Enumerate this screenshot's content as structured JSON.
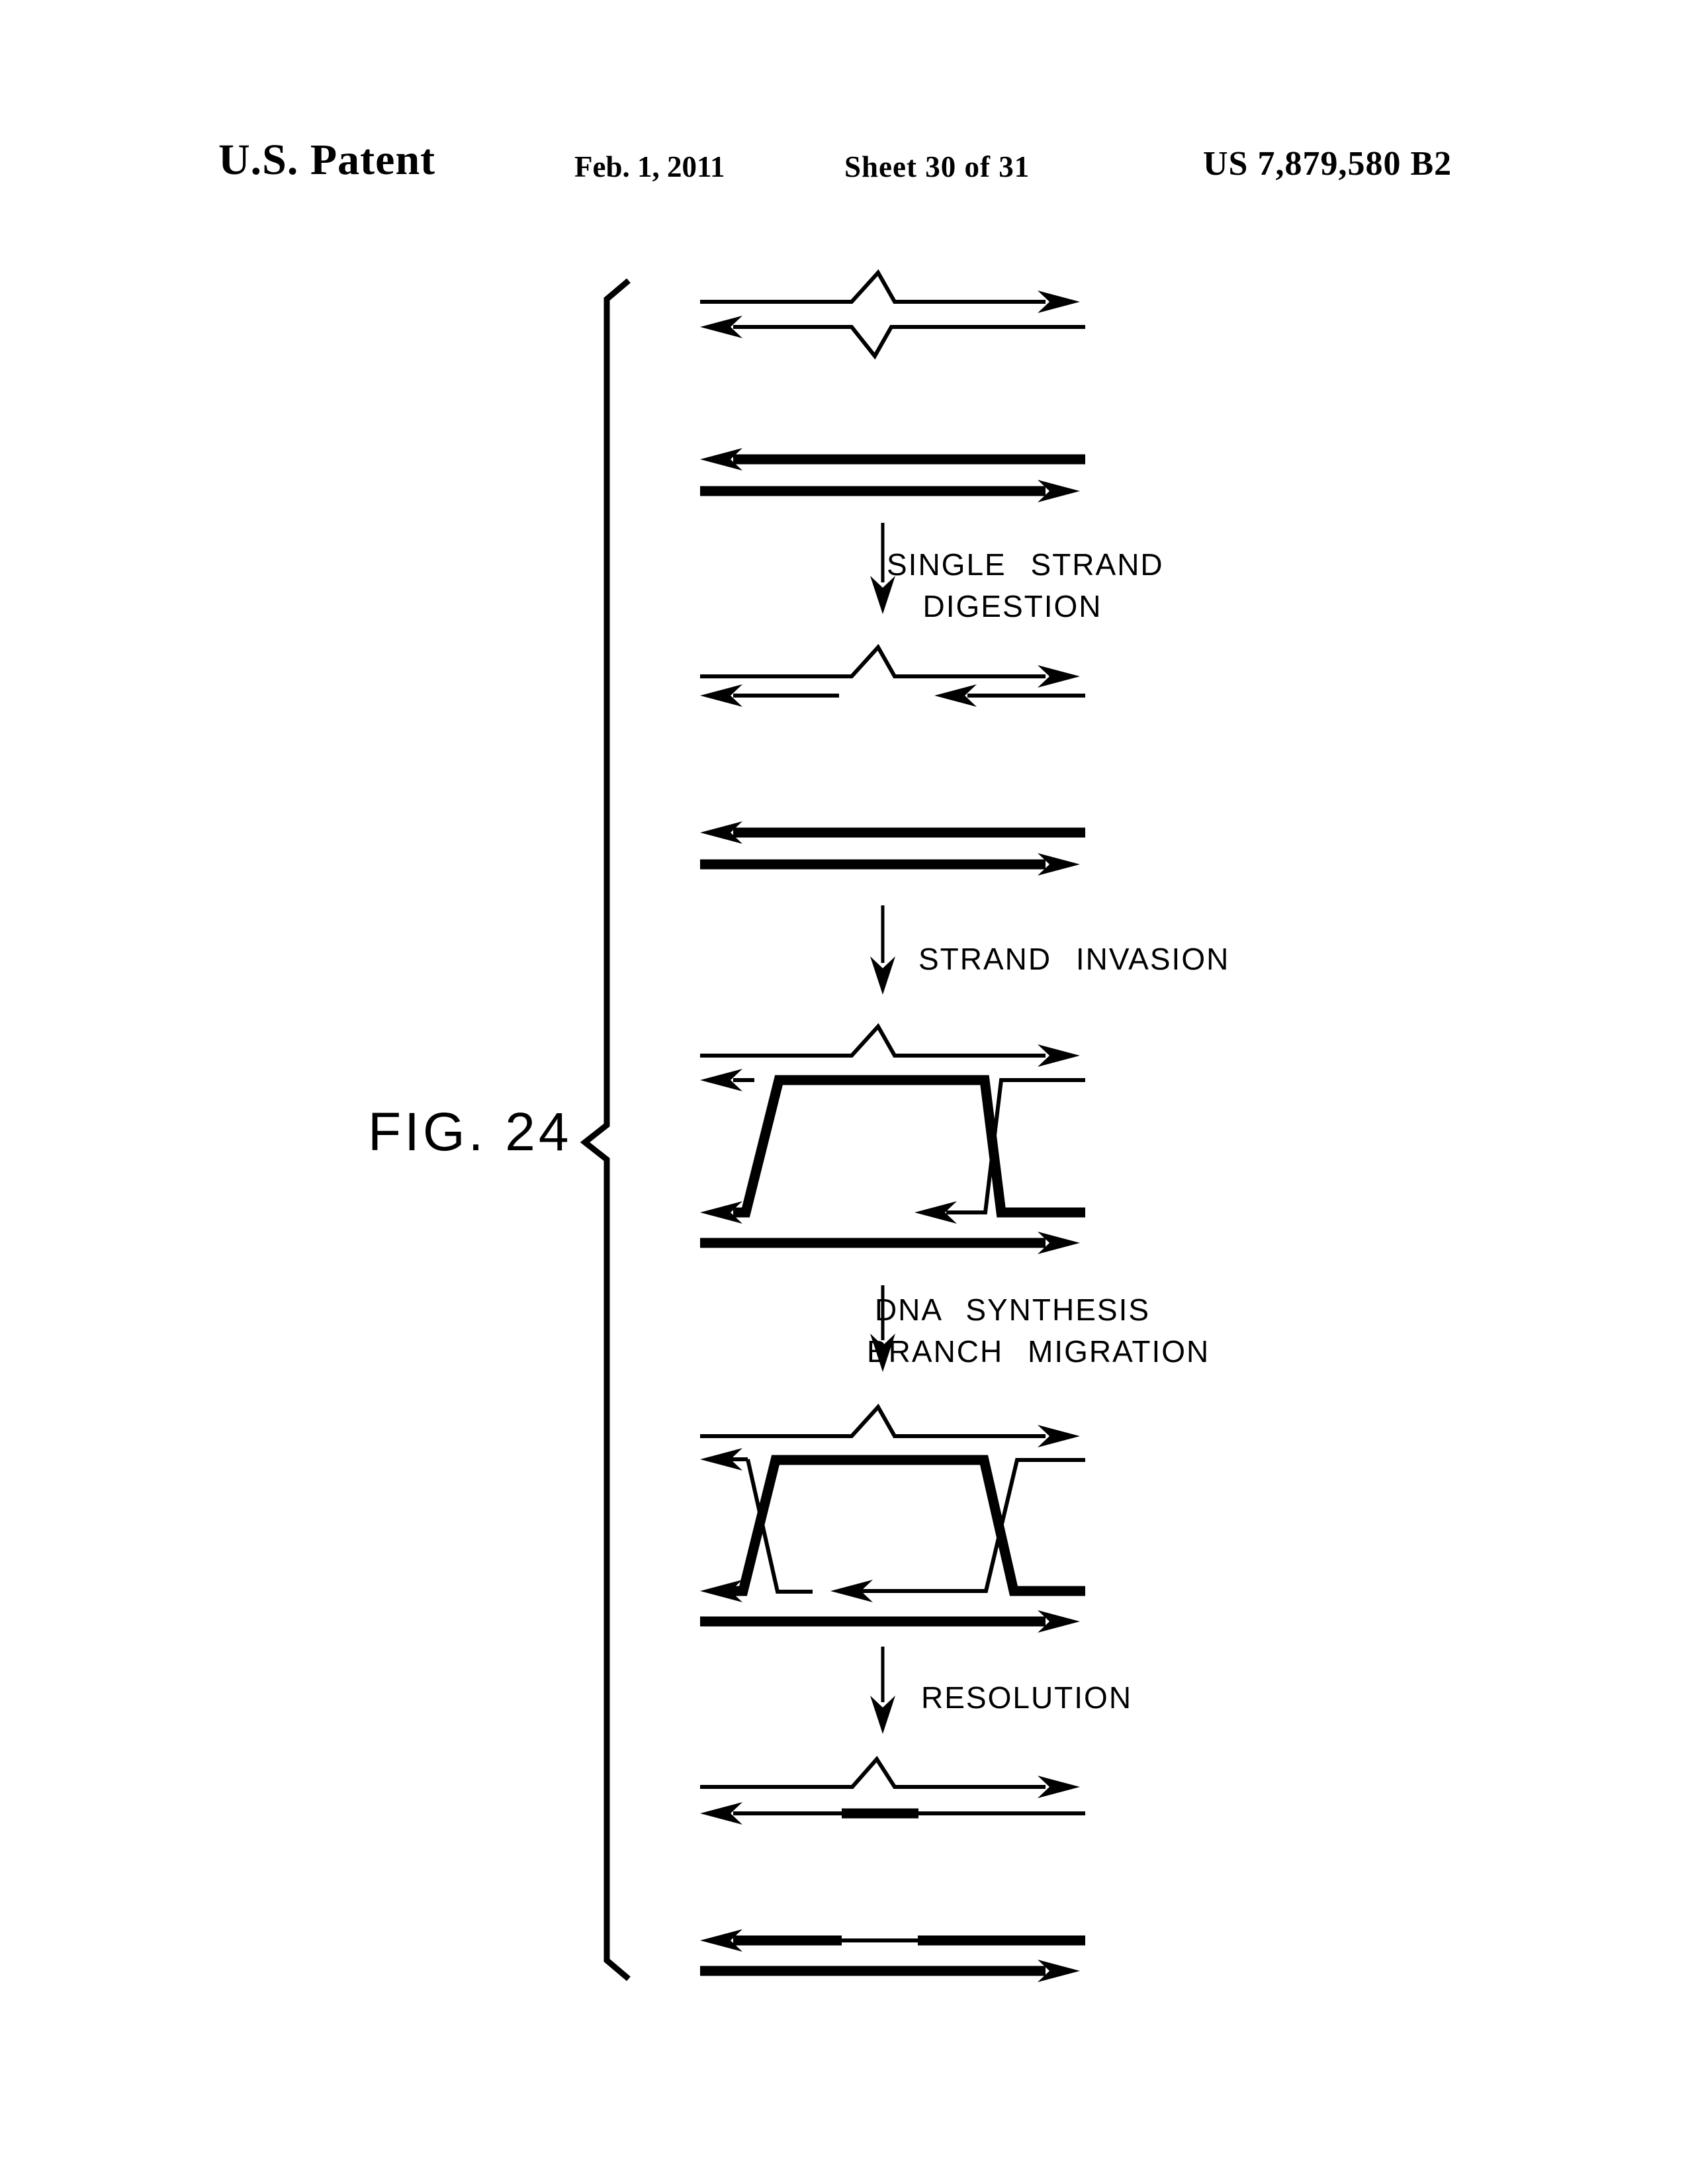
{
  "page": {
    "background": "#ffffff",
    "ink": "#000000"
  },
  "header": {
    "title": "U.S. Patent",
    "date": "Feb. 1, 2011",
    "sheet": "Sheet 30 of 31",
    "patent_number": "US 7,879,580 B2"
  },
  "figure": {
    "label": "FIG. 24"
  },
  "steps": {
    "digestion": {
      "line1": "SINGLE STRAND",
      "line2": "DIGESTION"
    },
    "invasion": {
      "label": "STRAND INVASION"
    },
    "synthesis": {
      "line1": "DNA SYNTHESIS",
      "line2": "BRANCH MIGRATION"
    },
    "resolution": {
      "label": "RESOLUTION"
    }
  }
}
